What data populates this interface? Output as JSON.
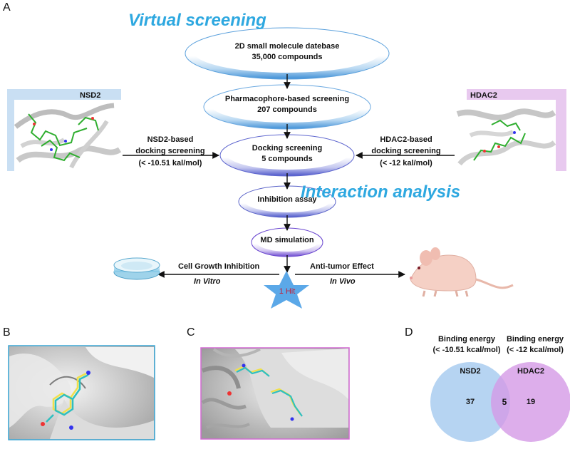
{
  "panels": {
    "a": "A",
    "b": "B",
    "c": "C",
    "d": "D"
  },
  "titles": {
    "virtual_screening": "Virtual screening",
    "interaction_analysis": "Interaction analysis"
  },
  "funnel": [
    {
      "line1": "2D small molecule datebase",
      "line2": "35,000 compounds"
    },
    {
      "line1": "Pharmacophore-based screening",
      "line2": "207 compounds"
    },
    {
      "line1": "Docking screening",
      "line2": "5 compounds"
    },
    {
      "line1": "Inhibition assay",
      "line2": ""
    },
    {
      "line1": "MD simulation",
      "line2": ""
    }
  ],
  "nsd2": {
    "title": "NSD2",
    "method_line1": "NSD2-based",
    "method_line2": "docking screening",
    "cutoff": "(< -10.51 kal/mol)"
  },
  "hdac2": {
    "title": "HDAC2",
    "method_line1": "HDAC2-based",
    "method_line2": "docking screening",
    "cutoff": "(< -12 kal/mol)"
  },
  "outcome": {
    "hit": "1 Hit",
    "left_label": "Cell Growth Inhibition",
    "left_sub": "In Vitro",
    "right_label": "Anti-tumor Effect",
    "right_sub": "In Vivo"
  },
  "venn": {
    "left_header_line1": "Binding energy",
    "left_header_line2": "(< -10.51 kcal/mol)",
    "right_header_line1": "Binding energy",
    "right_header_line2": "(< -12 kcal/mol)",
    "left_name": "NSD2",
    "right_name": "HDAC2",
    "left_only": "37",
    "overlap": "5",
    "right_only": "19"
  },
  "colors": {
    "title_blue": "#2ea8e0",
    "nsd2_panel": "#c9dff3",
    "hdac2_panel": "#e8c9ef",
    "panel_b_border": "#3aa7d6",
    "panel_c_border": "#d36ad3",
    "venn_left": "#a9cdf0",
    "venn_right": "#d49ae6",
    "hit_text": "#c0203a"
  }
}
